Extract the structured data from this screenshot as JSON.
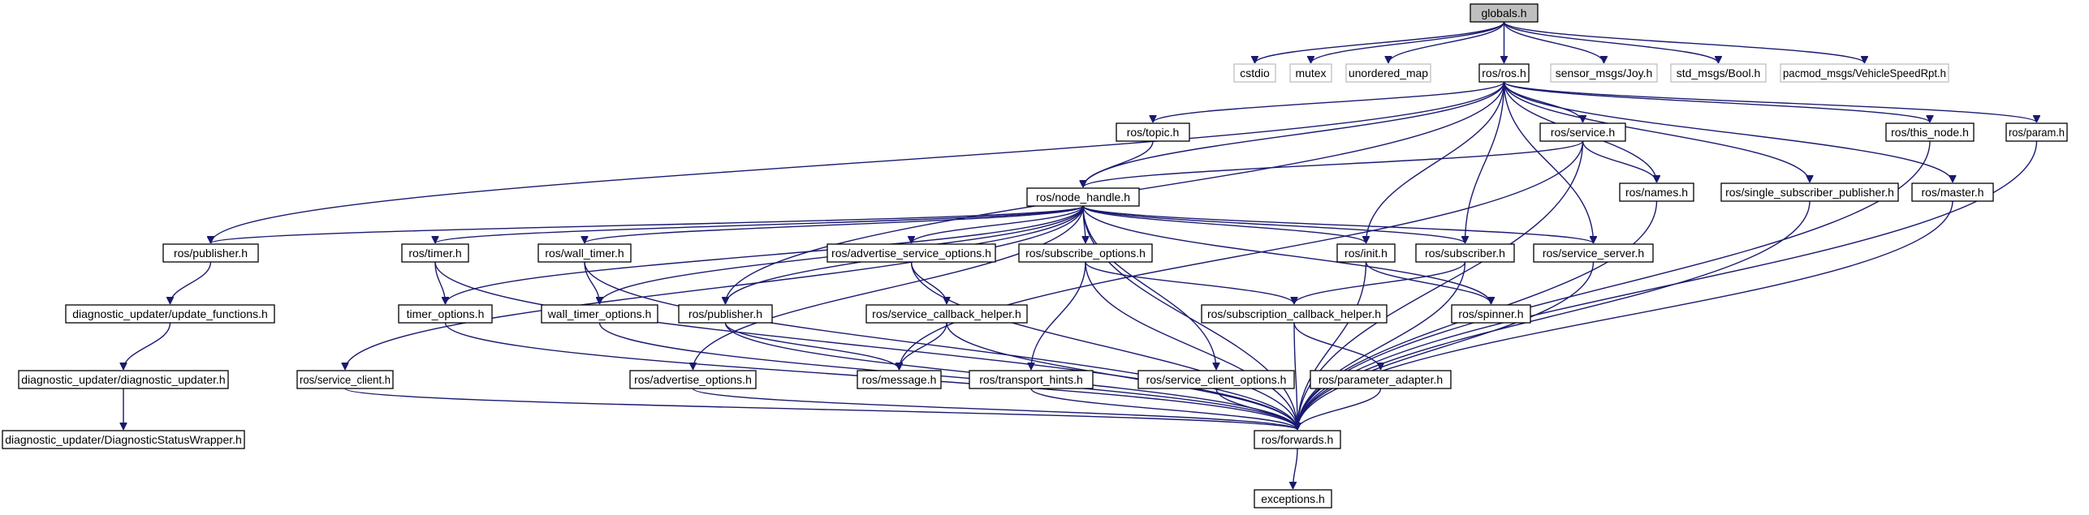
{
  "graph": {
    "nodes": [
      {
        "id": "globals",
        "label": "globals.h",
        "kind": "root"
      },
      {
        "id": "cstdio",
        "label": "cstdio",
        "kind": "ext"
      },
      {
        "id": "mutex",
        "label": "mutex",
        "kind": "ext"
      },
      {
        "id": "unordered_map",
        "label": "unordered_map",
        "kind": "ext"
      },
      {
        "id": "ros_h",
        "label": "ros/ros.h",
        "kind": "file"
      },
      {
        "id": "joy",
        "label": "sensor_msgs/Joy.h",
        "kind": "ext"
      },
      {
        "id": "bool",
        "label": "std_msgs/Bool.h",
        "kind": "ext"
      },
      {
        "id": "pacmod",
        "label": "pacmod_msgs/VehicleSpeedRpt.h",
        "kind": "ext"
      },
      {
        "id": "topic",
        "label": "ros/topic.h",
        "kind": "file"
      },
      {
        "id": "service",
        "label": "ros/service.h",
        "kind": "file"
      },
      {
        "id": "this_node",
        "label": "ros/this_node.h",
        "kind": "file"
      },
      {
        "id": "param",
        "label": "ros/param.h",
        "kind": "file"
      },
      {
        "id": "node_handle",
        "label": "ros/node_handle.h",
        "kind": "file"
      },
      {
        "id": "names",
        "label": "ros/names.h",
        "kind": "file"
      },
      {
        "id": "ssp",
        "label": "ros/single_subscriber_publisher.h",
        "kind": "file"
      },
      {
        "id": "master",
        "label": "ros/master.h",
        "kind": "file"
      },
      {
        "id": "publisher_l",
        "label": "ros/publisher.h",
        "kind": "file"
      },
      {
        "id": "timer",
        "label": "ros/timer.h",
        "kind": "file"
      },
      {
        "id": "wall_timer",
        "label": "ros/wall_timer.h",
        "kind": "file"
      },
      {
        "id": "aso",
        "label": "ros/advertise_service_options.h",
        "kind": "file"
      },
      {
        "id": "subscribe_options",
        "label": "ros/subscribe_options.h",
        "kind": "file"
      },
      {
        "id": "init",
        "label": "ros/init.h",
        "kind": "file"
      },
      {
        "id": "subscriber",
        "label": "ros/subscriber.h",
        "kind": "file"
      },
      {
        "id": "service_server",
        "label": "ros/service_server.h",
        "kind": "file"
      },
      {
        "id": "update_functions",
        "label": "diagnostic_updater/update_functions.h",
        "kind": "file"
      },
      {
        "id": "timer_options",
        "label": "timer_options.h",
        "kind": "file"
      },
      {
        "id": "wall_timer_options",
        "label": "wall_timer_options.h",
        "kind": "file"
      },
      {
        "id": "publisher_m",
        "label": "ros/publisher.h",
        "kind": "file"
      },
      {
        "id": "sch",
        "label": "ros/service_callback_helper.h",
        "kind": "file"
      },
      {
        "id": "subcb",
        "label": "ros/subscription_callback_helper.h",
        "kind": "file"
      },
      {
        "id": "spinner",
        "label": "ros/spinner.h",
        "kind": "file"
      },
      {
        "id": "diag_updater",
        "label": "diagnostic_updater/diagnostic_updater.h",
        "kind": "file"
      },
      {
        "id": "service_client",
        "label": "ros/service_client.h",
        "kind": "file"
      },
      {
        "id": "advertise_options",
        "label": "ros/advertise_options.h",
        "kind": "file"
      },
      {
        "id": "message",
        "label": "ros/message.h",
        "kind": "file"
      },
      {
        "id": "transport_hints",
        "label": "ros/transport_hints.h",
        "kind": "file"
      },
      {
        "id": "sco",
        "label": "ros/service_client_options.h",
        "kind": "file"
      },
      {
        "id": "parameter_adapter",
        "label": "ros/parameter_adapter.h",
        "kind": "file"
      },
      {
        "id": "dsw",
        "label": "diagnostic_updater/DiagnosticStatusWrapper.h",
        "kind": "file"
      },
      {
        "id": "forwards",
        "label": "ros/forwards.h",
        "kind": "file"
      },
      {
        "id": "exceptions",
        "label": "exceptions.h",
        "kind": "file"
      }
    ],
    "edges": [
      [
        "globals",
        "cstdio"
      ],
      [
        "globals",
        "mutex"
      ],
      [
        "globals",
        "unordered_map"
      ],
      [
        "globals",
        "ros_h"
      ],
      [
        "globals",
        "joy"
      ],
      [
        "globals",
        "bool"
      ],
      [
        "globals",
        "pacmod"
      ],
      [
        "ros_h",
        "publisher_l"
      ],
      [
        "ros_h",
        "topic"
      ],
      [
        "ros_h",
        "node_handle"
      ],
      [
        "ros_h",
        "publisher_m"
      ],
      [
        "ros_h",
        "init"
      ],
      [
        "ros_h",
        "subscriber"
      ],
      [
        "ros_h",
        "service_server"
      ],
      [
        "ros_h",
        "service"
      ],
      [
        "ros_h",
        "names"
      ],
      [
        "ros_h",
        "ssp"
      ],
      [
        "ros_h",
        "master"
      ],
      [
        "ros_h",
        "this_node"
      ],
      [
        "ros_h",
        "param"
      ],
      [
        "topic",
        "node_handle"
      ],
      [
        "service",
        "node_handle"
      ],
      [
        "service",
        "names"
      ],
      [
        "service",
        "message"
      ],
      [
        "service",
        "forwards"
      ],
      [
        "this_node",
        "forwards"
      ],
      [
        "param",
        "forwards"
      ],
      [
        "names",
        "forwards"
      ],
      [
        "ssp",
        "forwards"
      ],
      [
        "master",
        "forwards"
      ],
      [
        "node_handle",
        "publisher_l"
      ],
      [
        "node_handle",
        "service_client"
      ],
      [
        "node_handle",
        "timer_options"
      ],
      [
        "node_handle",
        "timer"
      ],
      [
        "node_handle",
        "wall_timer"
      ],
      [
        "node_handle",
        "wall_timer_options"
      ],
      [
        "node_handle",
        "publisher_m"
      ],
      [
        "node_handle",
        "advertise_options"
      ],
      [
        "node_handle",
        "aso"
      ],
      [
        "node_handle",
        "subscribe_options"
      ],
      [
        "node_handle",
        "sco"
      ],
      [
        "node_handle",
        "init"
      ],
      [
        "node_handle",
        "subscriber"
      ],
      [
        "node_handle",
        "service_server"
      ],
      [
        "node_handle",
        "spinner"
      ],
      [
        "node_handle",
        "forwards"
      ],
      [
        "publisher_l",
        "update_functions"
      ],
      [
        "update_functions",
        "diag_updater"
      ],
      [
        "diag_updater",
        "dsw"
      ],
      [
        "timer",
        "timer_options"
      ],
      [
        "timer",
        "forwards"
      ],
      [
        "wall_timer",
        "wall_timer_options"
      ],
      [
        "wall_timer",
        "forwards"
      ],
      [
        "aso",
        "sch"
      ],
      [
        "aso",
        "forwards"
      ],
      [
        "subscribe_options",
        "subcb"
      ],
      [
        "subscribe_options",
        "transport_hints"
      ],
      [
        "subscribe_options",
        "forwards"
      ],
      [
        "init",
        "spinner"
      ],
      [
        "init",
        "forwards"
      ],
      [
        "subscriber",
        "subcb"
      ],
      [
        "subscriber",
        "forwards"
      ],
      [
        "service_server",
        "forwards"
      ],
      [
        "timer_options",
        "forwards"
      ],
      [
        "wall_timer_options",
        "forwards"
      ],
      [
        "publisher_m",
        "message"
      ],
      [
        "publisher_m",
        "forwards"
      ],
      [
        "sch",
        "message"
      ],
      [
        "sch",
        "forwards"
      ],
      [
        "subcb",
        "parameter_adapter"
      ],
      [
        "subcb",
        "forwards"
      ],
      [
        "service_client",
        "forwards"
      ],
      [
        "advertise_options",
        "forwards"
      ],
      [
        "transport_hints",
        "forwards"
      ],
      [
        "sco",
        "forwards"
      ],
      [
        "parameter_adapter",
        "forwards"
      ],
      [
        "forwards",
        "exceptions"
      ]
    ]
  }
}
